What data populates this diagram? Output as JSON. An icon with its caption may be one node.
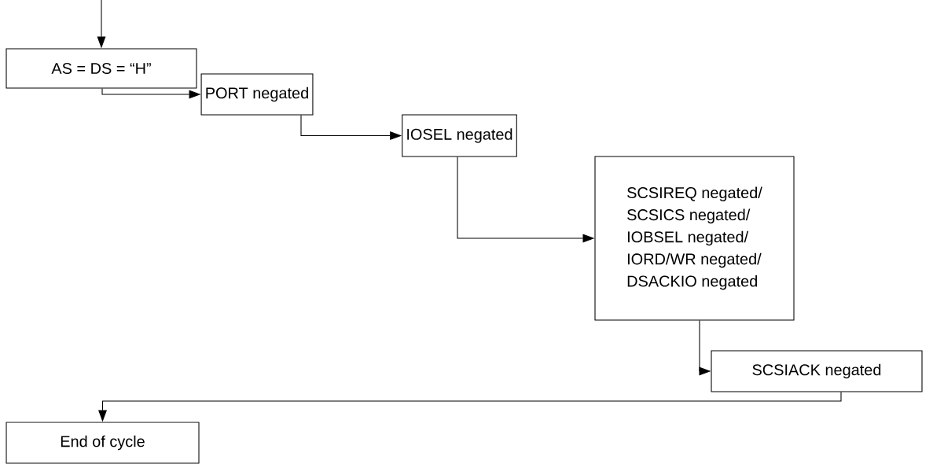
{
  "diagram": {
    "nodes": [
      {
        "text": [
          "AS = DS = “H”"
        ]
      },
      {
        "text": [
          "PORT negated"
        ]
      },
      {
        "text": [
          "IOSEL negated"
        ]
      },
      {
        "text": [
          "SCSIREQ negated/",
          "SCSICS negated/",
          "IOBSEL negated/",
          "IORD/WR negated/",
          "DSACKIO negated"
        ]
      },
      {
        "text": [
          "SCSIACK negated"
        ]
      },
      {
        "text": [
          "End of cycle"
        ]
      }
    ],
    "edges": [
      {
        "from": null,
        "to": 0,
        "arrow": "to"
      },
      {
        "from": 0,
        "to": 1,
        "arrow": "to"
      },
      {
        "from": 1,
        "to": 2,
        "arrow": "to"
      },
      {
        "from": 2,
        "to": 3,
        "arrow": "to"
      },
      {
        "from": 3,
        "to": 4,
        "arrow": "to"
      },
      {
        "from": 4,
        "to": 5,
        "arrow": "to"
      }
    ]
  }
}
